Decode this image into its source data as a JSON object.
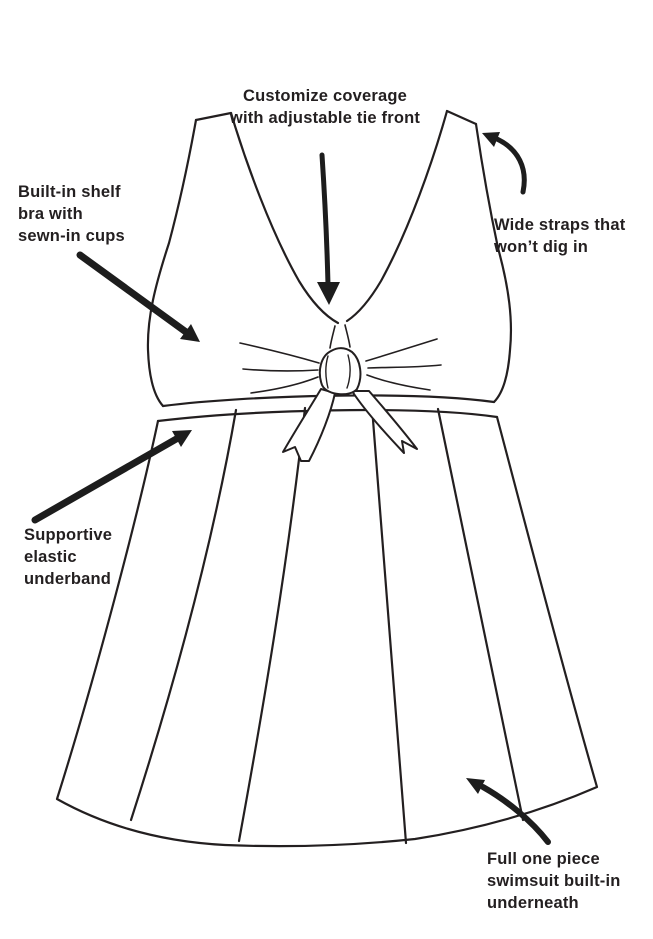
{
  "diagram": {
    "colors": {
      "ink": "#231f20",
      "background": "#ffffff"
    },
    "labels": {
      "tie_front": "Customize coverage\nwith adjustable tie front",
      "shelf_bra": "Built-in shelf\nbra with\nsewn-in cups",
      "wide_straps": "Wide straps that\nwon’t dig in",
      "underband": "Supportive\nelastic\nunderband",
      "one_piece": "Full one piece\nswimsuit built-in\nunderneath"
    }
  }
}
